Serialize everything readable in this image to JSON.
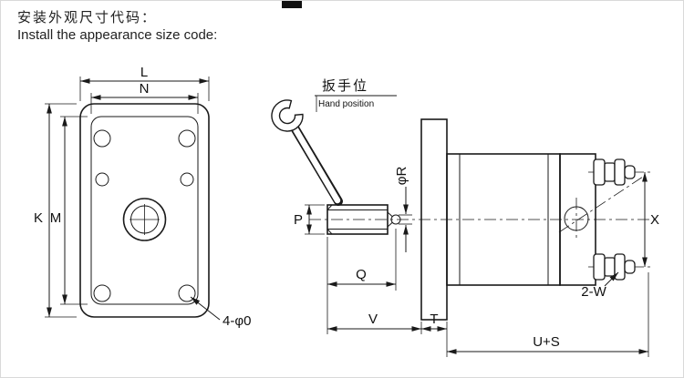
{
  "colors": {
    "ink": "#1a1a1a",
    "bg": "#ffffff"
  },
  "header": {
    "title_cn": "安装外观尺寸代码：",
    "title_en": "Install the appearance size code:"
  },
  "front_view": {
    "dims": {
      "outer_width": "L",
      "inner_width": "N",
      "outer_height": "K",
      "inner_height": "M"
    },
    "holes_label": "4-φ0"
  },
  "side_view": {
    "wrench": {
      "cn": "扳手位",
      "en": "Hand position"
    },
    "dims": {
      "rod_diameter": "P",
      "tip_diameter": "φR",
      "rod_length": "Q",
      "front_length": "V",
      "flange_thickness": "T",
      "body_length": "U+S",
      "port_distance": "X"
    },
    "ports_label": "2-W"
  }
}
